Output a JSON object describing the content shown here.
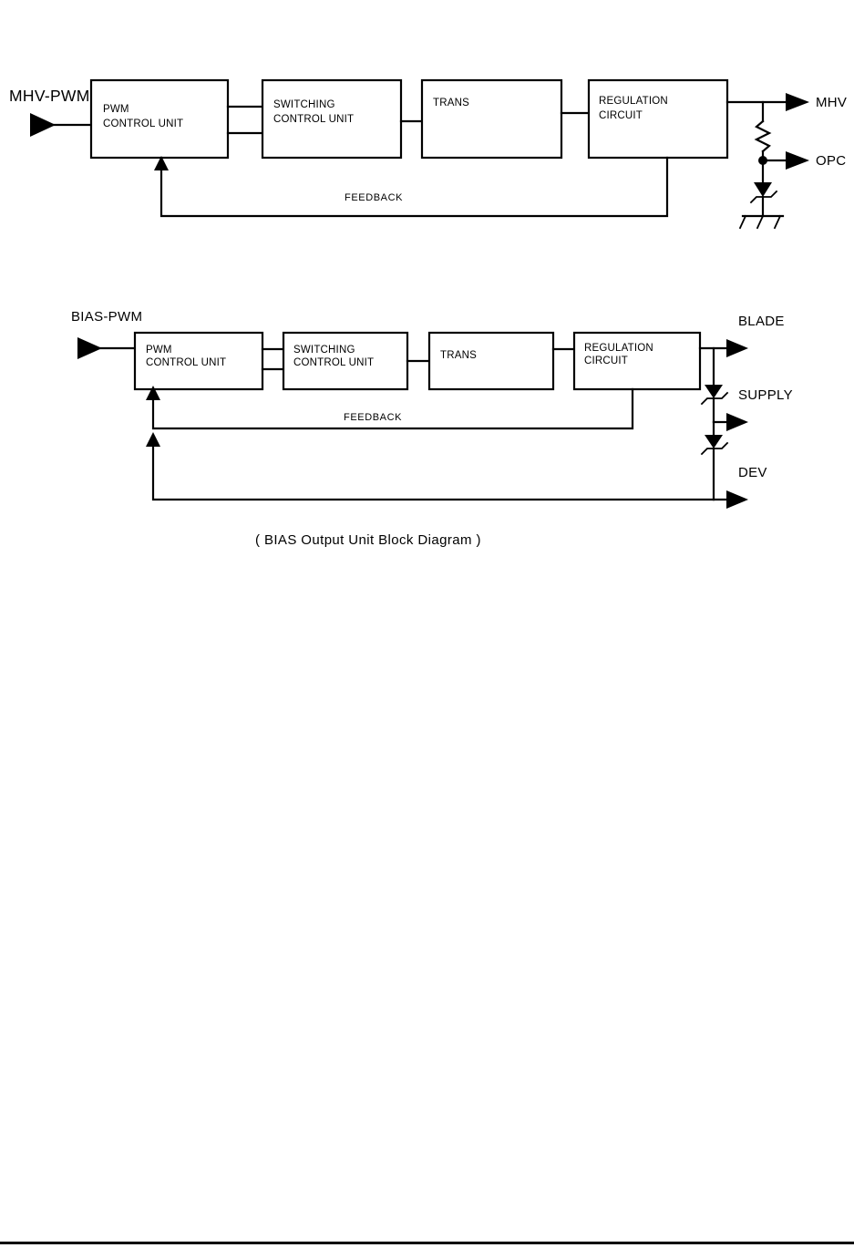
{
  "page": {
    "background_color": "#ffffff",
    "line_color": "#000000",
    "footer_rule": true
  },
  "diagrams": [
    {
      "id": "mhv-output-unit",
      "input_label": "MHV-PWM",
      "feedback_label": "FEEDBACK",
      "caption": "",
      "blocks": [
        {
          "id": "pwm-control-unit",
          "lines": [
            "PWM",
            "CONTROL UNIT"
          ]
        },
        {
          "id": "switching-control-unit",
          "lines": [
            "SWITCHING",
            "CONTROL UNIT"
          ]
        },
        {
          "id": "trans",
          "lines": [
            "TRANS"
          ]
        },
        {
          "id": "regulation-circuit",
          "lines": [
            "REGULATION",
            "CIRCUIT"
          ]
        }
      ],
      "outputs": [
        {
          "id": "mhv",
          "label": "MHV"
        },
        {
          "id": "opc",
          "label": "OPC"
        }
      ],
      "components": [
        {
          "id": "resistor",
          "type": "resistor"
        },
        {
          "id": "zener-diode",
          "type": "zener-diode"
        },
        {
          "id": "ground",
          "type": "chassis-ground"
        },
        {
          "id": "junction",
          "type": "junction-dot"
        }
      ]
    },
    {
      "id": "bias-output-unit",
      "input_label": "BIAS-PWM",
      "feedback_label": "FEEDBACK",
      "caption": "( BIAS Output Unit Block Diagram )",
      "blocks": [
        {
          "id": "pwm-control-unit",
          "lines": [
            "PWM",
            "CONTROL UNIT"
          ]
        },
        {
          "id": "switching-control-unit",
          "lines": [
            "SWITCHING",
            "CONTROL UNIT"
          ]
        },
        {
          "id": "trans",
          "lines": [
            "TRANS"
          ]
        },
        {
          "id": "regulation-circuit",
          "lines": [
            "REGULATION",
            "CIRCUIT"
          ]
        }
      ],
      "outputs": [
        {
          "id": "blade",
          "label": "BLADE"
        },
        {
          "id": "supply",
          "label": "SUPPLY"
        },
        {
          "id": "dev",
          "label": "DEV"
        }
      ],
      "components": [
        {
          "id": "zener-diode-upper",
          "type": "zener-diode"
        },
        {
          "id": "zener-diode-lower",
          "type": "zener-diode"
        }
      ]
    }
  ]
}
